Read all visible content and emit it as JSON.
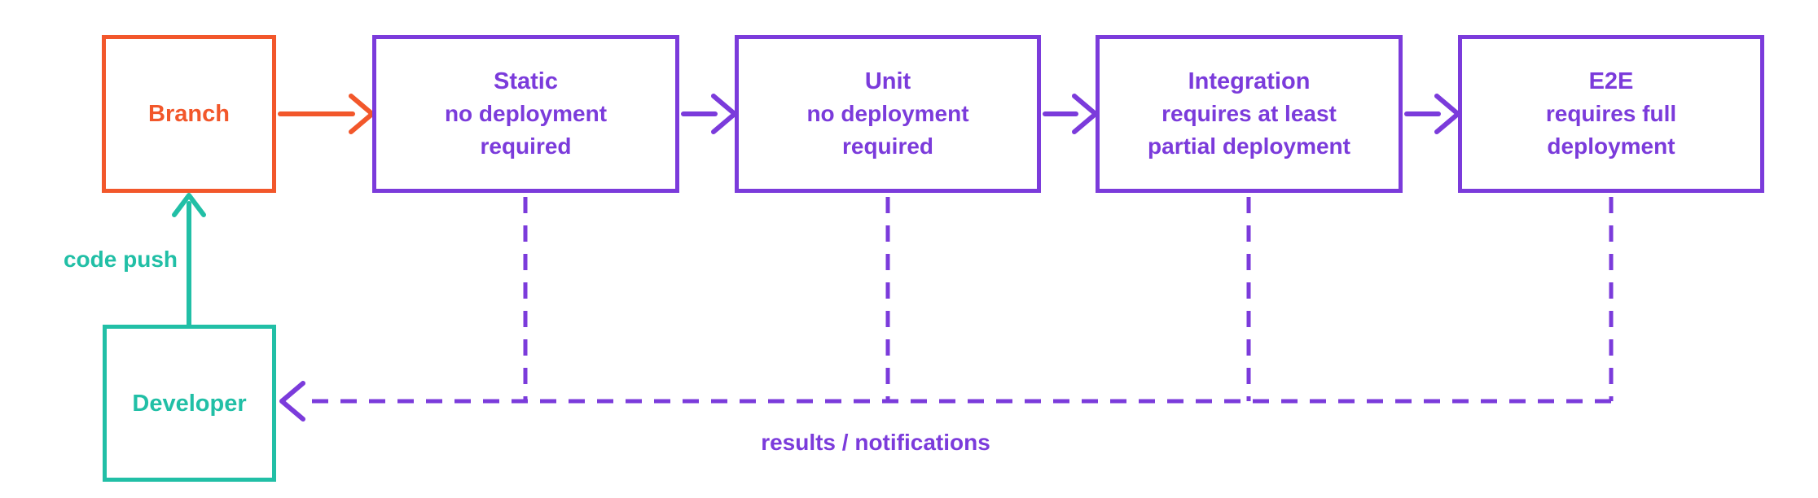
{
  "colors": {
    "orange": "#F2572B",
    "purple": "#7B3BDB",
    "teal": "#21BFA6",
    "background": "#FFFFFF"
  },
  "nodes": {
    "branch": {
      "label": "Branch"
    },
    "static": {
      "title": "Static",
      "subtitle": [
        "no deployment",
        "required"
      ]
    },
    "unit": {
      "title": "Unit",
      "subtitle": [
        "no deployment",
        "required"
      ]
    },
    "integration": {
      "title": "Integration",
      "subtitle": [
        "requires at least",
        "partial deployment"
      ]
    },
    "e2e": {
      "title": "E2E",
      "subtitle": [
        "requires full",
        "deployment"
      ]
    },
    "developer": {
      "label": "Developer"
    }
  },
  "edge_labels": {
    "code_push": "code push",
    "results": "results / notifications"
  }
}
